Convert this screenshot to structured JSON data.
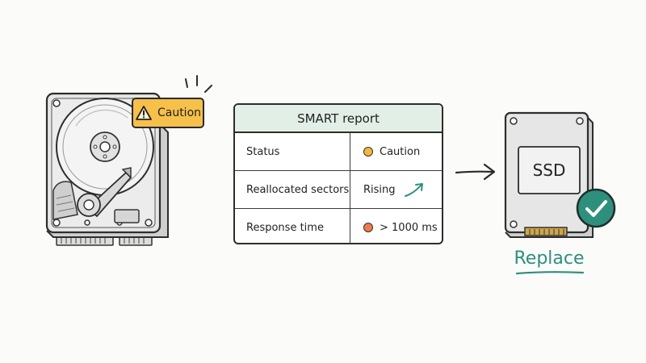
{
  "hdd": {
    "badge_label": "Caution",
    "badge_color": "#f6c04a"
  },
  "smart": {
    "title": "SMART report",
    "header_color": "#e2efe7",
    "rows": [
      {
        "label": "Status",
        "value": "Caution",
        "indicator": "dot",
        "indicator_color": "#f4b73c"
      },
      {
        "label": "Reallocated sectors",
        "value": "Rising",
        "indicator": "trend-up-arrow-icon",
        "indicator_color": "#2e8f7d"
      },
      {
        "label": "Response time",
        "value": "> 1000 ms",
        "indicator": "dot",
        "indicator_color": "#ef7a4a"
      }
    ]
  },
  "ssd": {
    "label": "SSD",
    "check_color": "#2e8f7d"
  },
  "action": {
    "label": "Replace",
    "color": "#2e8f7d"
  }
}
